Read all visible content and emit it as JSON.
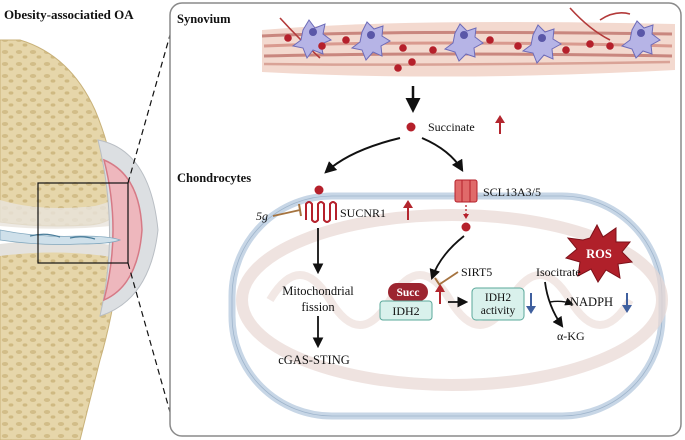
{
  "left_panel": {
    "title": "Obesity-associatied OA"
  },
  "right_panel": {
    "synovium_label": "Synovium",
    "chondrocytes_label": "Chondrocytes",
    "succinate_label": "Succinate",
    "sucnr1_label": "SUCNR1",
    "scl_label": "SCL13A3/5",
    "inhibitor_label": "5g",
    "mito_fission_line1": "Mitochondrial",
    "mito_fission_line2": "fission",
    "cgas_label": "cGAS-STING",
    "sirt5_label": "SIRT5",
    "succ_label": "Succ",
    "idh2_label": "IDH2",
    "idh2_activity_line1": "IDH2",
    "idh2_activity_line2": "activity",
    "ros_label": "ROS",
    "isocitrate_label": "Isocitrate",
    "nadph_label": "NADPH",
    "akg_label": "α-KG"
  },
  "colors": {
    "up_arrow": "#b3262e",
    "down_arrow": "#3f5f9e",
    "succ_fill": "#9c2530",
    "idh2_fill": "#d9f1ec",
    "ros_fill": "#b0202a",
    "membrane": "#c7d6e6",
    "panel_border": "#8a8a8a"
  }
}
